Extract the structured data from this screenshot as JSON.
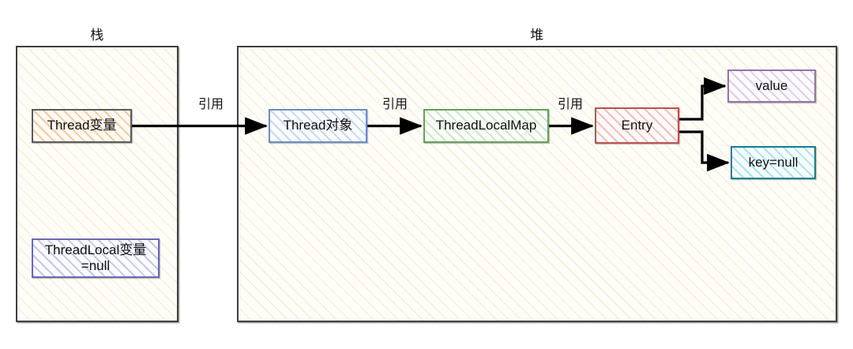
{
  "diagram": {
    "title_stack": "栈",
    "title_heap": "堆",
    "regions": [
      {
        "name": "stack",
        "label": "栈"
      },
      {
        "name": "heap",
        "label": "堆"
      }
    ],
    "nodes": [
      {
        "id": "thread-var",
        "label": "Thread变量",
        "color": "#5a5a5a",
        "hatch": "#eda25c"
      },
      {
        "id": "threadlocal-var",
        "label": "ThreadLocal变量\n=null",
        "color": "#6a6ab0",
        "hatch": "#8c96d2"
      },
      {
        "id": "thread-object",
        "label": "Thread对象",
        "color": "#6c8ebf",
        "hatch": "#8cafe1"
      },
      {
        "id": "threadlocalmap",
        "label": "ThreadLocalMap",
        "color": "#68a05a",
        "hatch": "#8cc882"
      },
      {
        "id": "entry",
        "label": "Entry",
        "color": "#b85450",
        "hatch": "#e6827d"
      },
      {
        "id": "value",
        "label": "value",
        "color": "#9673a6",
        "hatch": "#af91c8"
      },
      {
        "id": "key-null",
        "label": "key=null",
        "color": "#10808c",
        "hatch": "#5ac8d7"
      }
    ],
    "edges": [
      {
        "id": "edge-threadvar-threadobject",
        "label": "引用",
        "from": "thread-var",
        "to": "thread-object"
      },
      {
        "id": "edge-threadobject-map",
        "label": "引用",
        "from": "thread-object",
        "to": "threadlocalmap"
      },
      {
        "id": "edge-map-entry",
        "label": "引用",
        "from": "threadlocalmap",
        "to": "entry"
      },
      {
        "id": "edge-entry-value",
        "label": "",
        "from": "entry",
        "to": "value"
      },
      {
        "id": "edge-entry-keynull",
        "label": "",
        "from": "entry",
        "to": "key-null"
      }
    ],
    "edge_labels": {
      "ref1": "引用",
      "ref2": "引用",
      "ref3": "引用"
    },
    "colors": {
      "arrow": "#000000",
      "region_border": "#3f3f3f",
      "region_fill": "#fefdf8",
      "text": "#111111"
    }
  }
}
